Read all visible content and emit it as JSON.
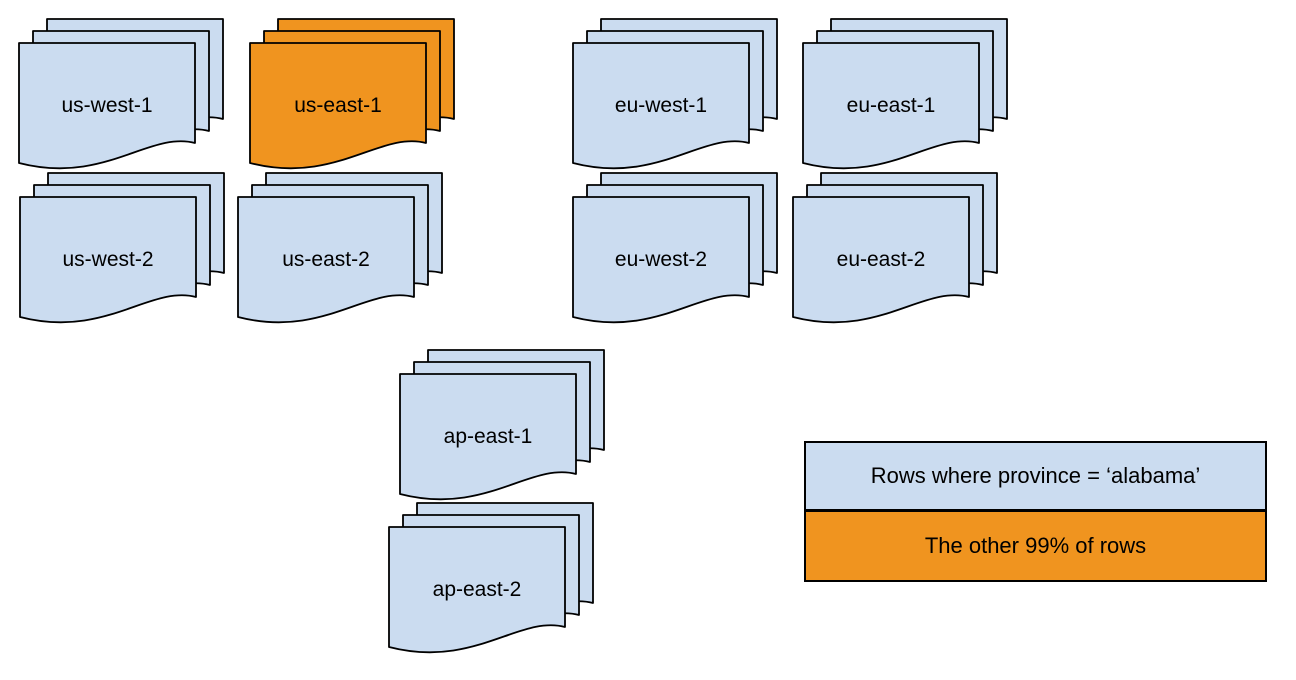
{
  "colors": {
    "region_fill": "#CBDCF0",
    "highlight_fill": "#F0941F",
    "stroke": "#000000"
  },
  "stacks": [
    {
      "id": "us-west-1",
      "label": "us-west-1",
      "color": "#CBDCF0"
    },
    {
      "id": "us-east-1",
      "label": "us-east-1",
      "color": "#F0941F"
    },
    {
      "id": "eu-west-1",
      "label": "eu-west-1",
      "color": "#CBDCF0"
    },
    {
      "id": "eu-east-1",
      "label": "eu-east-1",
      "color": "#CBDCF0"
    },
    {
      "id": "us-west-2",
      "label": "us-west-2",
      "color": "#CBDCF0"
    },
    {
      "id": "us-east-2",
      "label": "us-east-2",
      "color": "#CBDCF0"
    },
    {
      "id": "eu-west-2",
      "label": "eu-west-2",
      "color": "#CBDCF0"
    },
    {
      "id": "eu-east-2",
      "label": "eu-east-2",
      "color": "#CBDCF0"
    },
    {
      "id": "ap-east-1",
      "label": "ap-east-1",
      "color": "#CBDCF0"
    },
    {
      "id": "ap-east-2",
      "label": "ap-east-2",
      "color": "#CBDCF0"
    }
  ],
  "legend": {
    "items": [
      {
        "label": "Rows where province = ‘alabama’",
        "color": "#CBDCF0"
      },
      {
        "label": "The other 99% of rows",
        "color": "#F0941F"
      }
    ]
  }
}
